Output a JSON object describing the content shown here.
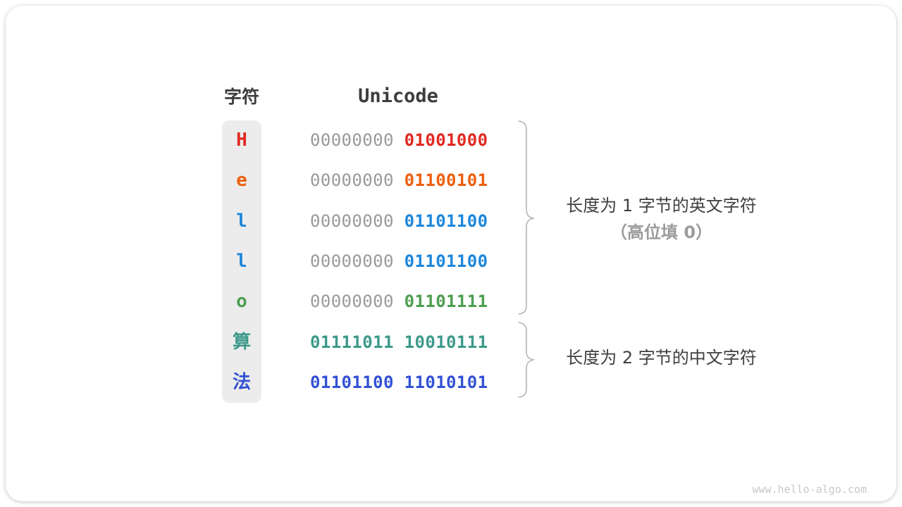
{
  "table": {
    "col_char": "字符",
    "col_unicode": "Unicode",
    "rows": [
      {
        "char": "H",
        "color": "#e22821",
        "byte1": "00000000",
        "byte2": "01001000",
        "byte1_gray": true
      },
      {
        "char": "e",
        "color": "#ed5f0e",
        "byte1": "00000000",
        "byte2": "01100101",
        "byte1_gray": true
      },
      {
        "char": "l",
        "color": "#1d87dc",
        "byte1": "00000000",
        "byte2": "01101100",
        "byte1_gray": true
      },
      {
        "char": "l",
        "color": "#1d87dc",
        "byte1": "00000000",
        "byte2": "01101100",
        "byte1_gray": true
      },
      {
        "char": "o",
        "color": "#4d9e50",
        "byte1": "00000000",
        "byte2": "01101111",
        "byte1_gray": true
      },
      {
        "char": "算",
        "color": "#3d998b",
        "byte1": "01111011",
        "byte2": "10010111",
        "byte1_gray": false
      },
      {
        "char": "法",
        "color": "#3351d4",
        "byte1": "01101100",
        "byte2": "11010101",
        "byte1_gray": false
      }
    ]
  },
  "annotations": [
    {
      "line1": "长度为 1 字节的英文字符",
      "line2": "（高位填 0）"
    },
    {
      "line1": "长度为 2 字节的中文字符"
    }
  ],
  "watermark": "www.hello-algo.com",
  "colors": {
    "gray_bits": "#999999",
    "header_text": "#3d3d3d",
    "annotation_secondary": "#9b9b9b",
    "brace": "#b5b5b5",
    "strip_bg": "#ececec",
    "red": "#e22821",
    "orange": "#ed5f0e",
    "blue": "#1d87dc",
    "green": "#4d9e50",
    "teal": "#3d998b",
    "indigo": "#3351d4"
  }
}
